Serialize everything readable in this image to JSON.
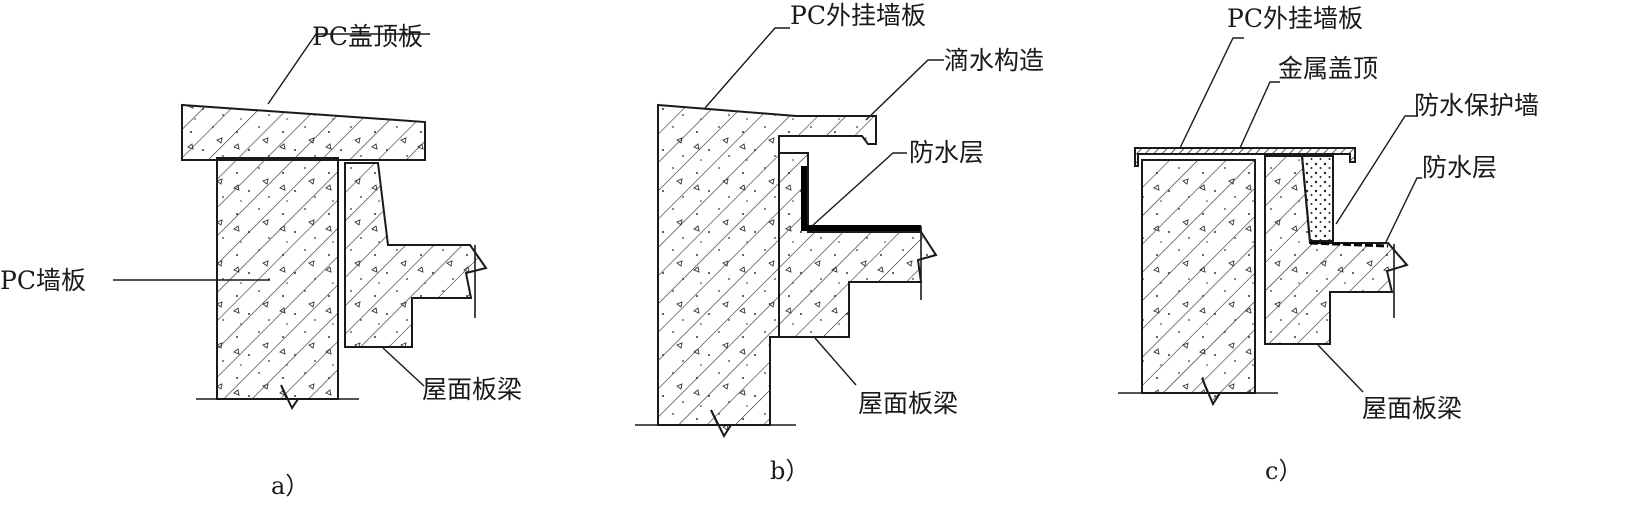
{
  "figure_a": {
    "labels": {
      "cap_panel": "PC盖顶板",
      "wall_panel": "PC墙板",
      "roof_beam": "屋面板梁"
    },
    "caption": "a）"
  },
  "figure_b": {
    "labels": {
      "hanging_panel": "PC外挂墙板",
      "drip_detail": "滴水构造",
      "waterproof_layer": "防水层",
      "roof_beam": "屋面板梁"
    },
    "caption": "b）"
  },
  "figure_c": {
    "labels": {
      "hanging_panel": "PC外挂墙板",
      "metal_coping": "金属盖顶",
      "protective_wall": "防水保护墙",
      "waterproof_layer": "防水层",
      "roof_beam": "屋面板梁"
    },
    "caption": "c）"
  }
}
